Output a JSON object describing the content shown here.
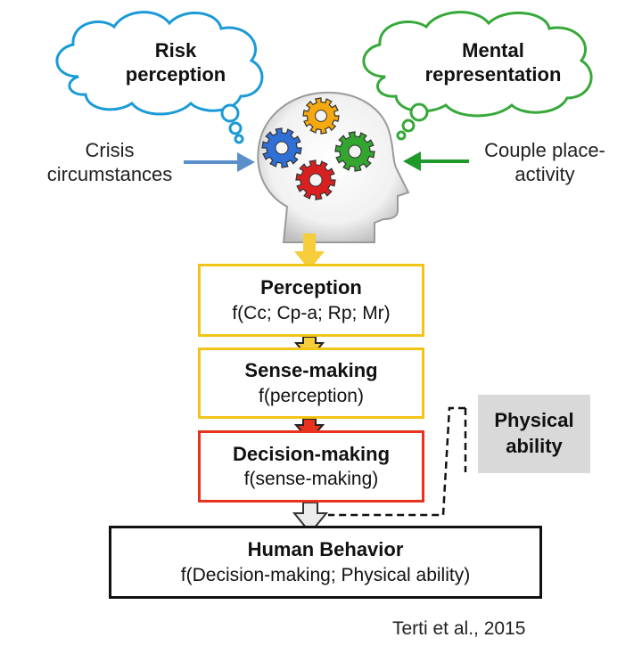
{
  "clouds": {
    "risk": {
      "line1": "Risk",
      "line2": "perception",
      "color": "#1a9ad6"
    },
    "mental": {
      "line1": "Mental",
      "line2": "representation",
      "color": "#37a83a"
    }
  },
  "inputs": {
    "left": {
      "line1": "Crisis",
      "line2": "circumstances",
      "arrow_color": "#5b8fc9"
    },
    "right": {
      "line1": "Couple place-",
      "line2": "activity",
      "arrow_color": "#1e9a2a"
    }
  },
  "head_icon": {
    "name": "head-with-gears-icon",
    "gear_colors": [
      "#2f6fd6",
      "#f5a80f",
      "#33a62f",
      "#d92020"
    ]
  },
  "boxes": {
    "perception": {
      "title": "Perception",
      "formula": "f(Cc; Cp-a; Rp; Mr)"
    },
    "sense_making": {
      "title": "Sense-making",
      "formula": "f(perception)"
    },
    "decision_making": {
      "title": "Decision-making",
      "formula": "f(sense-making)"
    },
    "human_behavior": {
      "title": "Human Behavior",
      "formula": "f(Decision-making; Physical ability)"
    }
  },
  "physical_ability": {
    "line1": "Physical",
    "line2": "ability"
  },
  "citation": "Terti et al., 2015"
}
